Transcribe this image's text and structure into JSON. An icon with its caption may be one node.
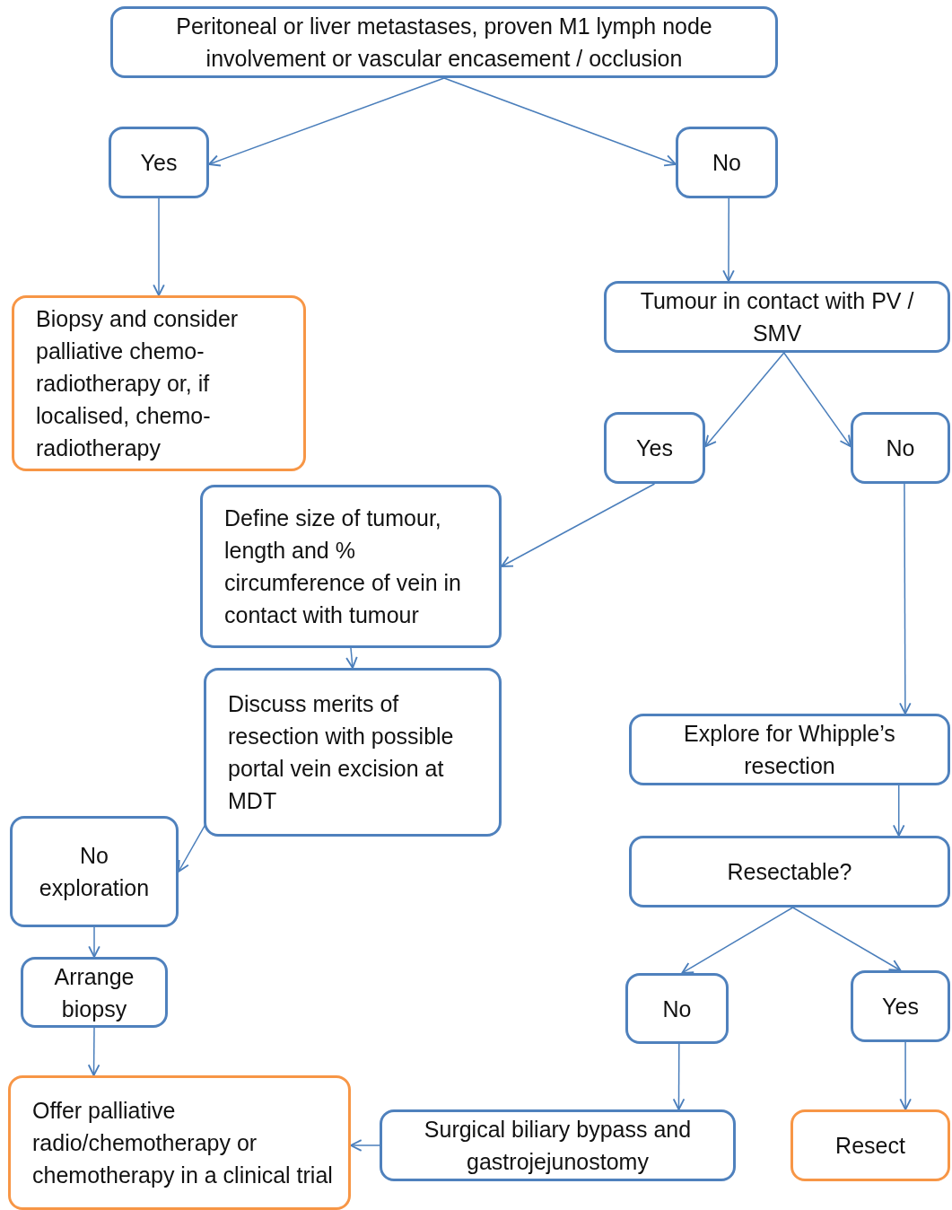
{
  "diagram": {
    "nodes": [
      {
        "text": [
          "Peritoneal or liver metastases, proven M1 lymph node involvement or vascular encasement / occlusion"
        ]
      },
      {
        "text": [
          "Yes"
        ]
      },
      {
        "text": [
          "No"
        ]
      },
      {
        "text": [
          "Biopsy and consider palliative chemo-radiotherapy or, if localised, chemo-radiotherapy"
        ]
      },
      {
        "text": [
          "Tumour in contact with PV / SMV"
        ]
      },
      {
        "text": [
          "Yes"
        ]
      },
      {
        "text": [
          "No"
        ]
      },
      {
        "text": [
          "Define size of tumour, length and % circumference of vein in contact with tumour"
        ]
      },
      {
        "text": [
          "Discuss merits of resection with possible portal vein excision at MDT"
        ]
      },
      {
        "text": [
          "No exploration"
        ]
      },
      {
        "text": [
          "Explore for Whipple’s resection"
        ]
      },
      {
        "text": [
          "Resectable?"
        ]
      },
      {
        "text": [
          "No"
        ]
      },
      {
        "text": [
          "Yes"
        ]
      },
      {
        "text": [
          "Arrange biopsy"
        ]
      },
      {
        "text": [
          "Offer palliative radio/chemotherapy or chemotherapy in a clinical trial"
        ]
      },
      {
        "text": [
          "Surgical biliary bypass and gastrojejunostomy"
        ]
      },
      {
        "text": [
          "Resect"
        ]
      }
    ],
    "edges": [
      {
        "from": 0,
        "to": 1,
        "arrow": "to"
      },
      {
        "from": 0,
        "to": 2,
        "arrow": "to"
      },
      {
        "from": 1,
        "to": 3,
        "arrow": "to"
      },
      {
        "from": 2,
        "to": 4,
        "arrow": "to"
      },
      {
        "from": 4,
        "to": 5,
        "arrow": "to"
      },
      {
        "from": 4,
        "to": 6,
        "arrow": "to"
      },
      {
        "from": 5,
        "to": 7,
        "arrow": "to"
      },
      {
        "from": 6,
        "to": 10,
        "arrow": "to"
      },
      {
        "from": 7,
        "to": 8,
        "arrow": "to"
      },
      {
        "from": 8,
        "to": 9,
        "arrow": "to"
      },
      {
        "from": 9,
        "to": 14,
        "arrow": "to"
      },
      {
        "from": 14,
        "to": 15,
        "arrow": "to"
      },
      {
        "from": 10,
        "to": 11,
        "arrow": "to"
      },
      {
        "from": 11,
        "to": 12,
        "arrow": "to"
      },
      {
        "from": 11,
        "to": 13,
        "arrow": "to"
      },
      {
        "from": 12,
        "to": 16,
        "arrow": "to"
      },
      {
        "from": 13,
        "to": 17,
        "arrow": "to"
      },
      {
        "from": 16,
        "to": 15,
        "arrow": "to"
      }
    ]
  }
}
